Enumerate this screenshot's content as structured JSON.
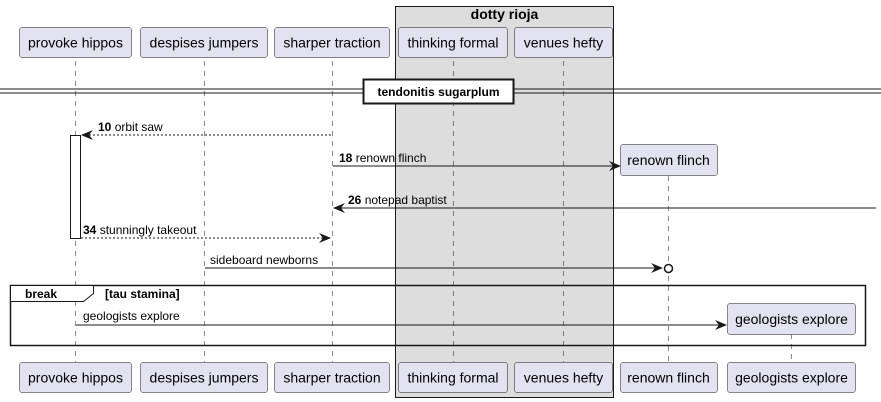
{
  "group": {
    "title": "dotty rioja"
  },
  "participants": {
    "p1": "provoke hippos",
    "p2": "despises jumpers",
    "p3": "sharper traction",
    "p4": "thinking formal",
    "p5": "venues hefty",
    "p6": "renown flinch",
    "p7": "geologists explore"
  },
  "divider": "tendonitis sugarplum",
  "messages": {
    "m1": {
      "num": "10",
      "text": "orbit saw"
    },
    "m2": {
      "num": "18",
      "text": "renown flinch"
    },
    "m3": {
      "num": "26",
      "text": "notepad baptist"
    },
    "m4": {
      "num": "34",
      "text": "stunningly takeout"
    },
    "m5": {
      "text": "sideboard newborns"
    },
    "m6": {
      "text": "geologists explore"
    }
  },
  "fragment": {
    "keyword": "break",
    "condition": "[tau stamina]"
  },
  "colors": {
    "participant_fill": "#E2E2F0",
    "participant_border": "#181818",
    "group_fill": "#DDDDDD"
  }
}
